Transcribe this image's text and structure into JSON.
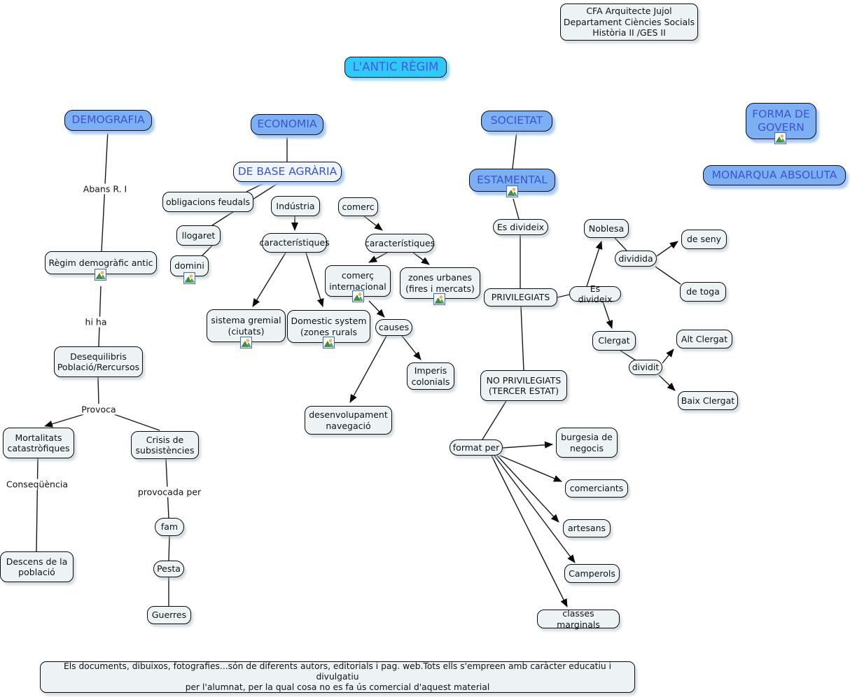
{
  "title": "L'ANTIC RÈGIM",
  "header": "CFA Arquitecte Jujol\nDepartament Ciències Socials\nHistòria II /GES II",
  "footer": "Els documents, dibuixos, fotografies...són de diferents autors, editorials i pag. web.Tots ells s'empreen amb caràcter educatiu i divulgatiu\nper l'alumnat, per la qual cosa no es fa ús comercial d'aquest material",
  "nodes": {
    "demografia": "DEMOGRAFIA",
    "economia": "ECONOMIA",
    "societat": "SOCIETAT",
    "forma_de_govern": "FORMA DE\nGOVERN",
    "de_base_agraria": "DE BASE AGRÀRIA",
    "estamental": "ESTAMENTAL",
    "monarqua_absoluta": "MONARQUA ABSOLUTA",
    "obligacions_feudals": "obligacions feudals",
    "llogaret": "llogaret",
    "domini": "domini",
    "industria": "Indústria",
    "caracteristiques_1": "característiques",
    "caracteristiques_2": "característiques",
    "comerc": "comerc",
    "comerc_internacional": "comerç\ninternacional",
    "zones_urbanes": "zones urbanes\n(fires i mercats)",
    "sistema_gremial": "sistema gremial\n(ciutats)",
    "domestic_system": "Domestic system\n(zones rurals",
    "causes": "causes",
    "imperis_colonials": "Imperis\ncolonials",
    "desenvolupament_navegacio": "desenvolupament\nnavegació",
    "regim_demografic": "Règim demogràfic antic",
    "desequilibris": "Desequilibris\nPoblació/Rercursos",
    "mortalitats": "Mortalitats\ncatastròfiques",
    "crisis": "Crisis de\nsubsistències",
    "descens": "Descens de la\npoblació",
    "fam": "fam",
    "pesta": "Pesta",
    "guerres": "Guerres",
    "es_divideix_1": "Es divideix",
    "es_divideix_2": "Es divideix",
    "privilegiats": "PRIVILEGIATS",
    "noblesa": "Noblesa",
    "dividida": "dividida",
    "de_seny": "de seny",
    "de_toga": "de toga",
    "clergat": "Clergat",
    "dividit": "dividit",
    "alt_clergat": "Alt Clergat",
    "baix_clergat": "Baix Clergat",
    "no_privilegiats": "NO PRIVILEGIATS\n(TERCER ESTAT)",
    "format_per": "format per",
    "burgesia": "burgesia de\nnegocis",
    "comerciants": "comerciants",
    "artesans": "artesans",
    "camperols": "Camperols",
    "classes_marginals": "classes marginals"
  },
  "edge_labels": {
    "abans_r_i": "Abans R. I",
    "hi_ha": "hi ha",
    "provoca": "Provoca",
    "consequencia": "Conseqüència",
    "provocada_per": "provocada per"
  },
  "icons": {
    "resource": "image-resource-icon"
  },
  "colors": {
    "concept_blue_fill": "#7DB0F2",
    "concept_blue_text": "#3D53D0",
    "title_cyan_fill": "#2EC9F9",
    "title_text": "#4D55D9",
    "node_fill": "#EDF3F4",
    "line": "#1A1A1A"
  }
}
